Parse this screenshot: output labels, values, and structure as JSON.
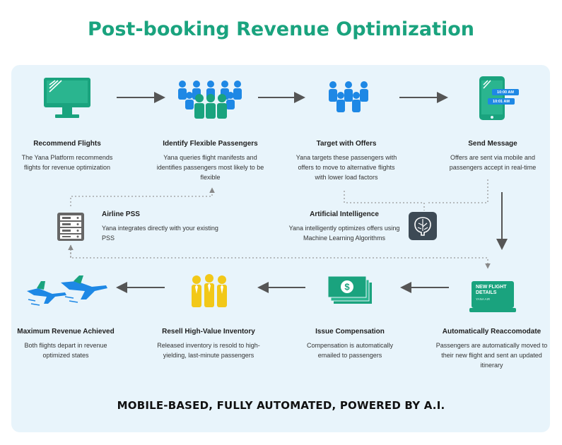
{
  "title": "Post-booking Revenue Optimization",
  "steps": [
    {
      "title": "Recommend Flights",
      "desc": "The Yana Platform recommends flights for revenue optimization"
    },
    {
      "title": "Identify Flexible Passengers",
      "desc": "Yana queries flight manifests and identifies passengers most likely to be flexible"
    },
    {
      "title": "Target with Offers",
      "desc": "Yana targets these passengers with offers to move to alternative flights with lower load factors"
    },
    {
      "title": "Send Message",
      "desc": "Offers are sent via mobile and passengers accept in real-time"
    },
    {
      "title": "Automatically Reaccomodate",
      "desc": "Passengers are automatically moved to their new flight and sent an updated itinerary"
    },
    {
      "title": "Issue Compensation",
      "desc": "Compensation is automatically emailed to passengers"
    },
    {
      "title": "Resell High-Value Inventory",
      "desc": "Released inventory is resold to high-yielding, last-minute passengers"
    },
    {
      "title": "Maximum Revenue Achieved",
      "desc": "Both flights depart in revenue optimized states"
    }
  ],
  "airline_pss": {
    "title": "Airline PSS",
    "desc": "Yana integrates directly with your existing PSS"
  },
  "ai": {
    "title": "Artificial Intelligence",
    "desc": "Yana intelligently optimizes offers using Machine Learning Algorithms"
  },
  "phone_times": [
    "10:00 AM",
    "10:01 AM"
  ],
  "laptop_text": {
    "line1": "NEW FLIGHT",
    "line2": "DETAILS",
    "line3": "YANA AIR"
  },
  "footer": "MOBILE-BASED, FULLY AUTOMATED, POWERED BY A.I.",
  "colors": {
    "green": "#1aa37e",
    "blue": "#1e88e5",
    "yellow": "#f2c818",
    "panel": "#e8f4fb",
    "arrow": "#555555"
  }
}
